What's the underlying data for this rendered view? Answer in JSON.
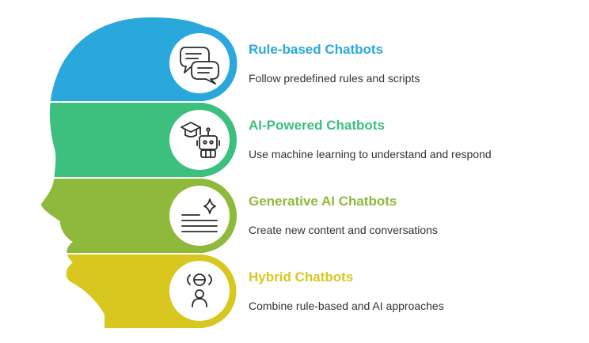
{
  "sections": [
    {
      "title": "Rule-based Chatbots",
      "description": "Follow predefined rules and scripts",
      "color": "#2aa8db",
      "icon": "chat-bubbles-icon"
    },
    {
      "title": "AI-Powered Chatbots",
      "description": "Use machine learning to understand and respond",
      "color": "#3dc07e",
      "icon": "robot-graduate-icon"
    },
    {
      "title": "Generative AI Chatbots",
      "description": "Create new content and conversations",
      "color": "#8fb93a",
      "icon": "text-sparkle-icon"
    },
    {
      "title": "Hybrid Chatbots",
      "description": "Combine rule-based and AI approaches",
      "color": "#d8c71f",
      "icon": "person-link-icon"
    }
  ]
}
